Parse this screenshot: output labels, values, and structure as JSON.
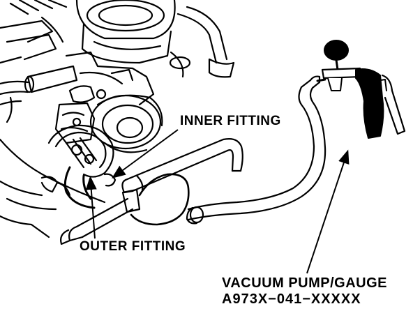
{
  "labels": {
    "inner_fitting": "INNER FITTING",
    "outer_fitting": "OUTER FITTING",
    "pump_name": "VACUUM PUMP/GAUGE",
    "pump_part_number": "A973X−041−XXXXX"
  },
  "colors": {
    "ink": "#000000",
    "paper": "#ffffff"
  }
}
